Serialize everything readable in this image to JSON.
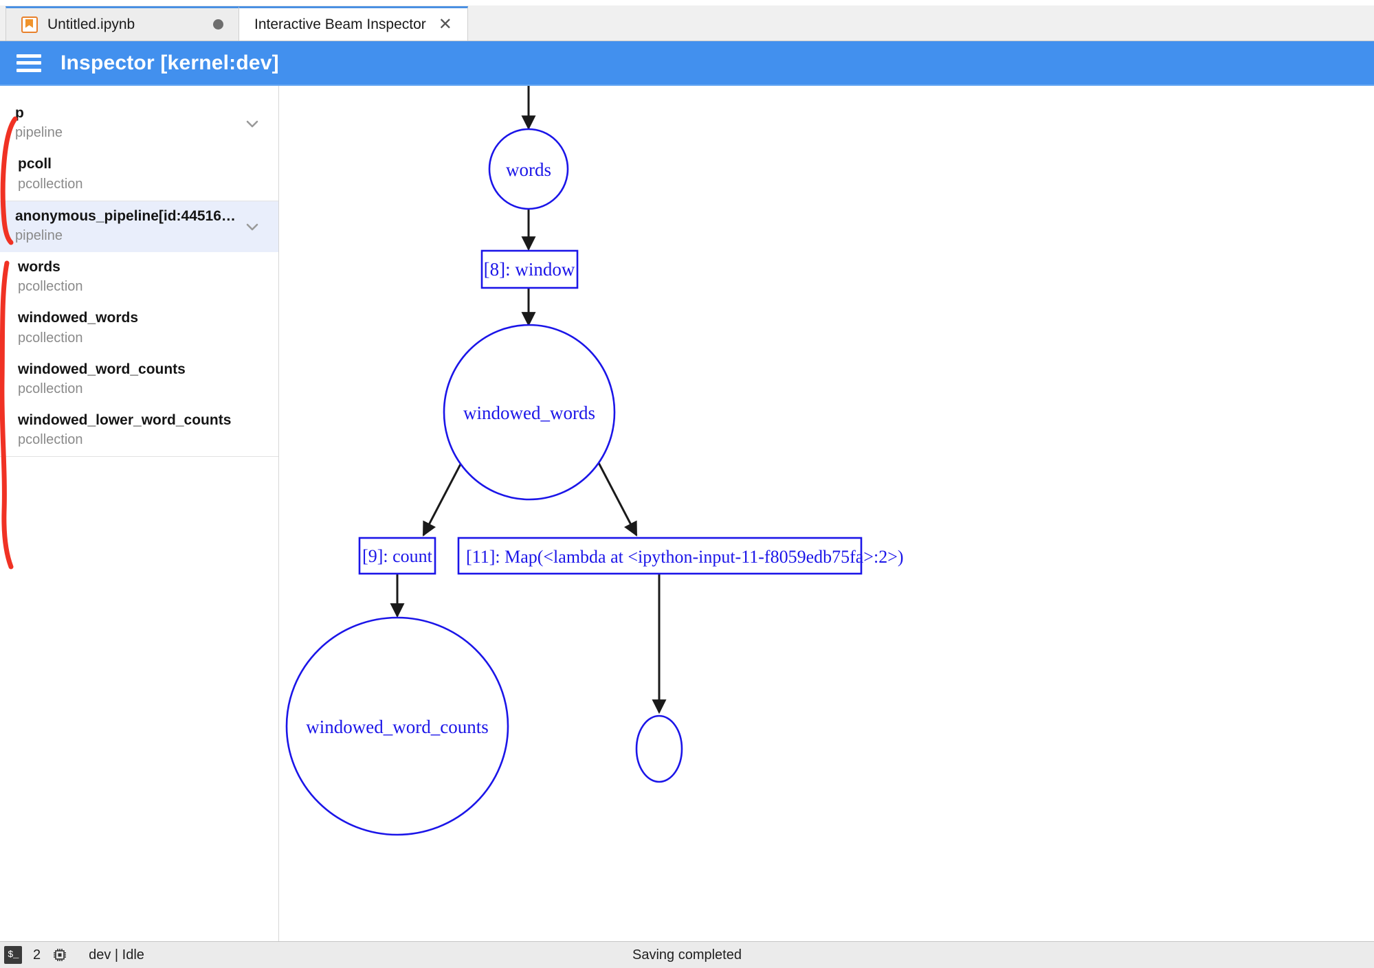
{
  "tabs": [
    {
      "label": "Untitled.ipynb",
      "icon": "notebook-icon",
      "dirty": true,
      "active": false,
      "closable": false
    },
    {
      "label": "Interactive Beam Inspector",
      "icon": "",
      "dirty": false,
      "active": true,
      "closable": true,
      "close_glyph": "✕"
    }
  ],
  "header": {
    "menu_icon": "hamburger-icon",
    "title": "Inspector [kernel:dev]",
    "color": "#4290ee"
  },
  "sidebar": {
    "groups": [
      {
        "items": [
          {
            "name": "p",
            "type": "pipeline",
            "expandable": true,
            "selected": false,
            "child": false
          },
          {
            "name": "pcoll",
            "type": "pcollection",
            "expandable": false,
            "selected": false,
            "child": true
          }
        ]
      },
      {
        "items": [
          {
            "name": "anonymous_pipeline[id:44516…",
            "type": "pipeline",
            "expandable": true,
            "selected": true,
            "child": false
          },
          {
            "name": "words",
            "type": "pcollection",
            "expandable": false,
            "selected": false,
            "child": true
          },
          {
            "name": "windowed_words",
            "type": "pcollection",
            "expandable": false,
            "selected": false,
            "child": true
          },
          {
            "name": "windowed_word_counts",
            "type": "pcollection",
            "expandable": false,
            "selected": false,
            "child": true
          },
          {
            "name": "windowed_lower_word_counts",
            "type": "pcollection",
            "expandable": false,
            "selected": false,
            "child": true
          }
        ]
      }
    ],
    "annotation_color": "#f03224"
  },
  "graph": {
    "node_color": "#1b15e8",
    "edge_color": "#1a1a1a",
    "nodes": [
      {
        "id": "words",
        "label": "words",
        "shape": "ellipse"
      },
      {
        "id": "window",
        "label": "[8]: window",
        "shape": "box"
      },
      {
        "id": "windowed_words",
        "label": "windowed_words",
        "shape": "ellipse"
      },
      {
        "id": "count",
        "label": "[9]: count",
        "shape": "box"
      },
      {
        "id": "map",
        "label": "[11]: Map(<lambda at <ipython-input-11-f8059edb75fa>:2>)",
        "shape": "box"
      },
      {
        "id": "windowed_word_counts",
        "label": "windowed_word_counts",
        "shape": "ellipse"
      },
      {
        "id": "unnamed",
        "label": "",
        "shape": "ellipse"
      }
    ],
    "edges": [
      {
        "from": "(top)",
        "to": "words"
      },
      {
        "from": "words",
        "to": "window"
      },
      {
        "from": "window",
        "to": "windowed_words"
      },
      {
        "from": "windowed_words",
        "to": "count"
      },
      {
        "from": "windowed_words",
        "to": "map"
      },
      {
        "from": "count",
        "to": "windowed_word_counts"
      },
      {
        "from": "map",
        "to": "unnamed"
      }
    ]
  },
  "statusbar": {
    "terminal_icon": "terminal-icon",
    "terminal_glyph": "$_",
    "kernel_count": "2",
    "chip_icon": "cpu-chip-icon",
    "kernel_status": "dev | Idle",
    "message": "Saving completed"
  }
}
